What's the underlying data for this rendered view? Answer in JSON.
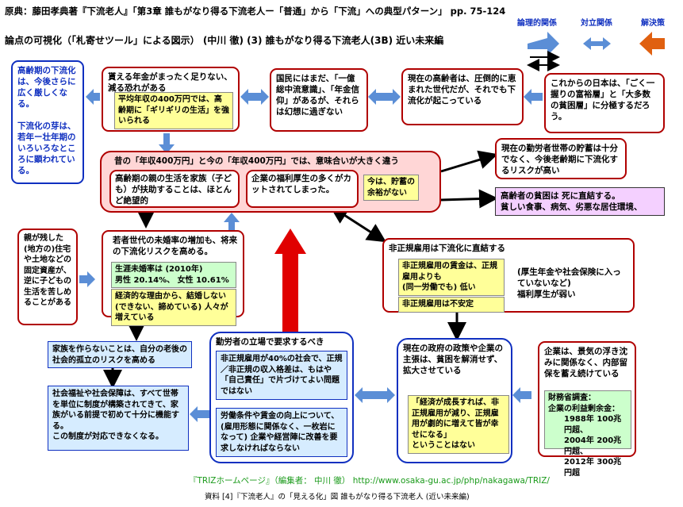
{
  "header": {
    "line1": "原典：藤田孝典著『下流老人』「第3章 誰もがなり得る下流老人ー「普通」から「下流」への典型パターン」 pp. 75-124",
    "line2": "論点の可視化（「札寄せツール」による図示） (中川 徹)  (3) 誰もがなり得る下流老人(3B) 近い未来編"
  },
  "legend": {
    "logic": "論理的関係",
    "opposition": "対立関係",
    "solution": "解決策"
  },
  "nodes": {
    "elderly_life": "高齢期の下流化は、今後さらに広く厳しくなる。\n\n下流化の芽は、若年ー壮年期のいろいろなところに顕われている。",
    "pension_fear": "貰える年金がまったく足りない、減る恐れがある",
    "pension_fear_note": "平均年収の400万円では、高齢期に「ギリギリの生活」を強いられる",
    "citizens": "国民にはまだ、「一億総中流意識」、「年金信仰」があるが、それらは幻想に過ぎない",
    "current_elderly": "現在の高齢者は、圧倒的に恵まれた世代だが、それでも下流化が起こっている",
    "future_japan": "これからの日本は、「ごく一握りの富裕層」と「大多数の貧困層」に分極するだろう。",
    "center_title": "昔の「年収400万円」と今の「年収400万円」では、意味合いが大きく違う",
    "support_parents": "高齢期の親の生活を家族（子ども）が扶助することは、ほとんど絶望的",
    "corporate_welfare": "企業の福利厚生の多くがカットされてしまった。",
    "no_savings": "今は、貯蓄の余裕がない",
    "workers_savings": "現在の勤労者世帯の貯蓄は十分でなく、今後老齢期に下流化するリスクが高い",
    "elderly_poverty": "高齢者の貧困は 死に直結する。\n貧しい食事、病気、劣悪な居住環境、",
    "inherited": "親が残した(地方の)住宅や土地などの固定資産が、逆に子どもの生活を苦しめることがある",
    "unmarried": "若者世代の未婚率の増加も、将来の下流化リスクを高める。",
    "unmarried_stat": "生涯未婚率は (2010年)\n   男性 20.14%、 女性 10.61%",
    "unmarried_note": "経済的な理由から、結婚しない(できない、諦めている) 人々が増えている",
    "irregular": "非正規雇用は下流化に直結する",
    "irregular_wage": "非正規雇用の賃金は、正規雇用よりも\n(同一労働でも)  低い",
    "irregular_unstable": "非正規雇用は不安定",
    "irregular_welfare": "(厚生年金や社会保険に入っていないなど)\n福利厚生が弱い",
    "no_family": "家族を作らないことは、自分の老後の社会的孤立のリスクを高める",
    "social_welfare": "社会福祉や社会保障は、すべて世帯を単位に制度が構築されてきて、家族がいる前提で初めて十分に機能する。\nこの制度が対応できなくなる。",
    "workers_demand": "勤労者の立場で要求するべき",
    "demand1": "非正規雇用が40%の社会で、正規／非正規の収入格差は、もはや「自己責任」で片づけてよい問題ではない",
    "demand2": "労働条件や賃金の向上について、(雇用形態に関係なく、一枚岩になって) 企業や経営陣に改善を要求しなければならない",
    "gov_policy": "現在の政府の政策や企業の主張は、貧困を解消せず、拡大させている",
    "gov_quote": "「経済が成長すれば、非正規雇用が減り、正規雇用が劇的に増えて皆が幸せになる」\nということはない",
    "companies": "企業は、景気の浮き沈みに関係なく、内部留保を蓄え続けている",
    "mof_title": "財務省調査：",
    "mof_sub": "企業の利益剰余金：",
    "mof_rows": [
      "1988年 100兆円超、",
      "2004年 200兆円超、",
      "2012年 300兆円超"
    ]
  },
  "footer": {
    "link": "『TRIZホームページ』（編集者： 中川 徹） http://www.osaka-gu.ac.jp/php/nakagawa/TRIZ/",
    "caption": "資料 [4]『下流老人』の「見える化」図  誰もがなり得る下流老人 (近い未来編)"
  },
  "colors": {
    "red_border": "#b00000",
    "blue_border": "#1030c0",
    "pink_fill": "#ffd6d6",
    "yellow_note": "#ffff99",
    "green_note": "#ccffcc",
    "blue_note": "#d6ecff",
    "purple_note": "#f4d0ff",
    "logic_arrow": "#5b8ed6",
    "solution_arrow": "#e06010"
  }
}
